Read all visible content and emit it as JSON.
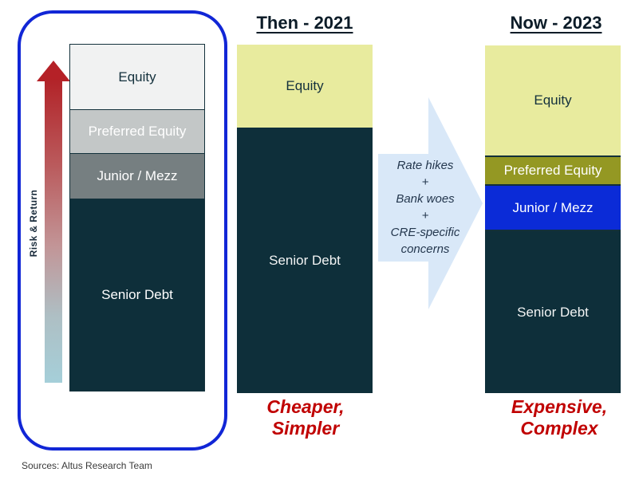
{
  "colors": {
    "panel_border": "#1126d6",
    "senior_debt": "#0e2f3a",
    "equity_yellow": "#e8eb9e",
    "preferred_equity_olive": "#949823",
    "junior_mezz_blue": "#0b2bd7",
    "legend_equity": "#f1f2f2",
    "legend_preferred": "#c3c7c7",
    "legend_junior": "#767f81",
    "transition_arrow_fill": "#d9e8f8",
    "caption_red": "#c00000",
    "risk_arrow_top": "#b22328",
    "risk_arrow_bottom": "#a5cfd9"
  },
  "left_panel": {
    "risk_label": "Risk & Return",
    "stack": [
      {
        "label": "Equity"
      },
      {
        "label": "Preferred Equity"
      },
      {
        "label": "Junior / Mezz"
      },
      {
        "label": "Senior Debt"
      }
    ]
  },
  "then_column": {
    "title": "Then - 2021",
    "stack": [
      {
        "label": "Equity"
      },
      {
        "label": "Senior Debt"
      }
    ],
    "caption": "Cheaper,\nSimpler"
  },
  "transition_arrow": {
    "lines": [
      "Rate hikes",
      "+",
      "Bank woes",
      "+",
      "CRE-specific",
      "concerns"
    ]
  },
  "now_column": {
    "title": "Now - 2023",
    "stack": [
      {
        "label": "Equity"
      },
      {
        "label": "Preferred Equity"
      },
      {
        "label": "Junior / Mezz"
      },
      {
        "label": "Senior Debt"
      }
    ],
    "caption": "Expensive,\nComplex"
  },
  "footer": {
    "sources": "Sources: Altus Research Team"
  }
}
